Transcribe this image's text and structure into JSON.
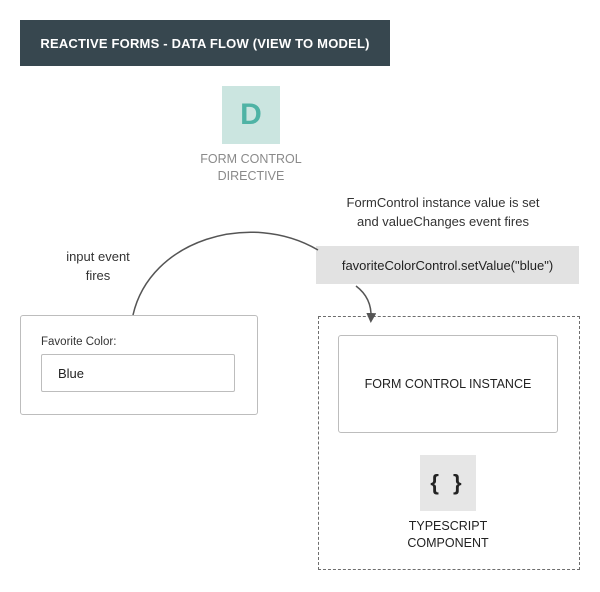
{
  "title": "REACTIVE FORMS - DATA FLOW (VIEW TO MODEL)",
  "directive": {
    "letter": "D",
    "label": "FORM CONTROL\nDIRECTIVE"
  },
  "annotations": {
    "value_set": "FormControl instance value is set\nand valueChanges event fires",
    "input_event": "input event\nfires"
  },
  "code_call": "favoriteColorControl.setValue(\"blue\")",
  "form": {
    "label": "Favorite Color:",
    "value": "Blue"
  },
  "form_control_instance": "FORM CONTROL INSTANCE",
  "component": {
    "icon_text": "{ }",
    "label": "TYPESCRIPT\nCOMPONENT"
  },
  "colors": {
    "title_bg": "#37474f",
    "directive_tile": "#cbe5e0",
    "directive_letter": "#4fb3a5",
    "code_bg": "#e2e2e2"
  }
}
